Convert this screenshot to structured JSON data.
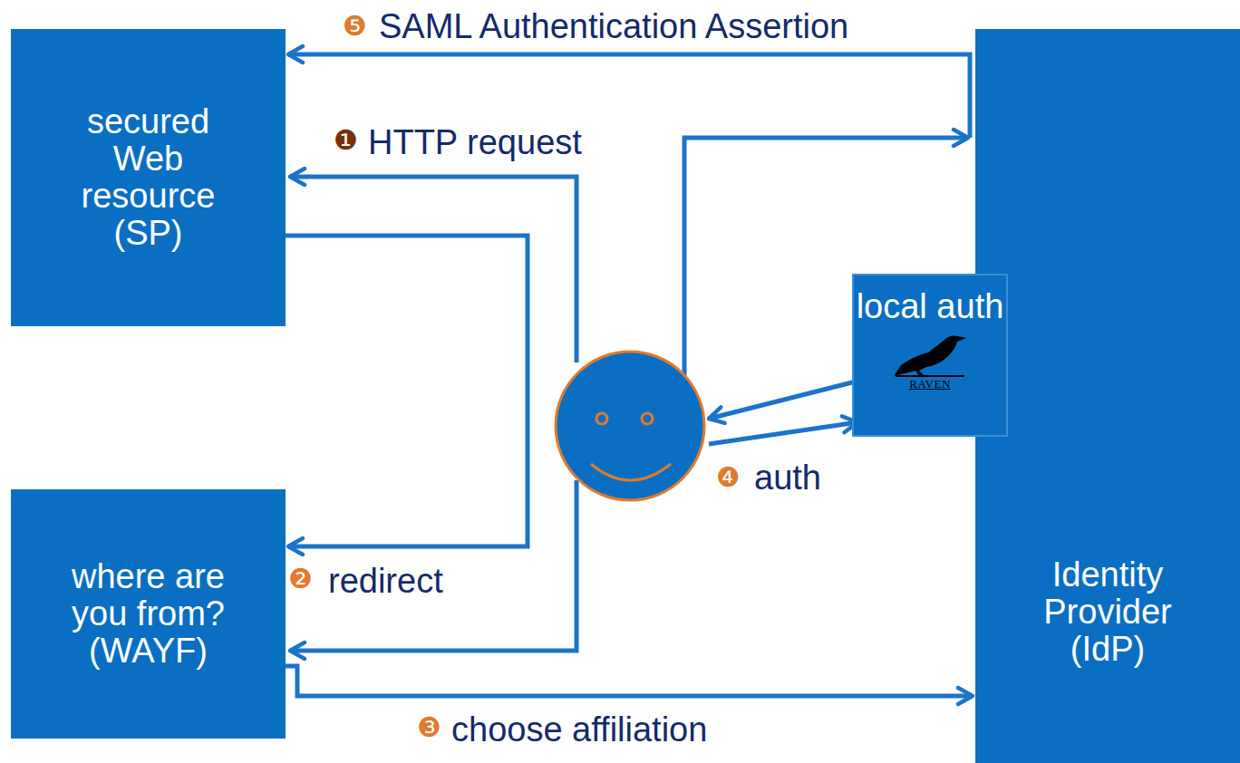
{
  "diagram": {
    "nodes": [
      {
        "text": [
          "secured Web resource (SP)"
        ]
      },
      {
        "text": [
          "where are you from? (WAYF)"
        ]
      },
      {
        "text": [
          "Identity Provider (IdP)"
        ]
      },
      {
        "text": [
          "local auth",
          "RAVEN"
        ],
        "in": 2
      }
    ],
    "edges": [
      {
        "from": 0,
        "to": 1,
        "label": "redirect",
        "arrow": "to"
      },
      {
        "from": 1,
        "to": 2,
        "label": "choose affiliation",
        "arrow": "to"
      },
      {
        "from": 2,
        "to": 0,
        "label": "SAML Authentication Assertion",
        "arrow": "to"
      }
    ],
    "labels": [
      "❶",
      "HTTP request",
      "❷",
      "❸",
      "❹",
      "auth",
      "❺"
    ]
  }
}
